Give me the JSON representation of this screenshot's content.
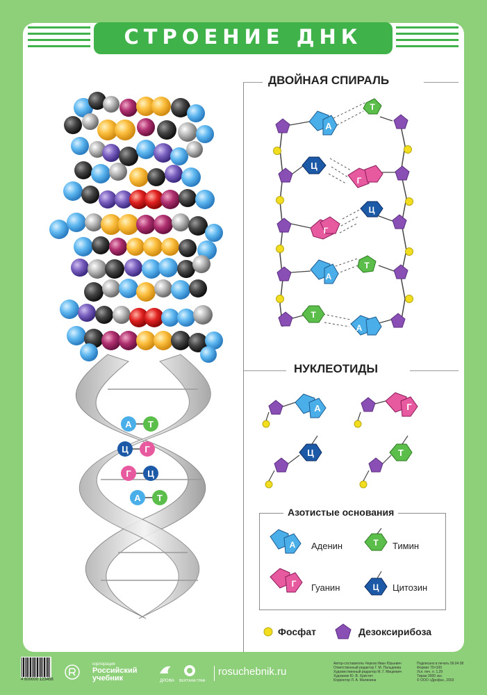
{
  "title": "СТРОЕНИЕ ДНК",
  "sections": {
    "double_helix": "ДВОЙНАЯ СПИРАЛЬ",
    "nucleotides": "НУКЛЕОТИДЫ",
    "bases_legend": "Азотистые основания"
  },
  "base_letters": {
    "adenine": "А",
    "thymine": "Т",
    "guanine": "Г",
    "cytosine": "Ц"
  },
  "legend": {
    "adenine": "Аденин",
    "thymine": "Тимин",
    "guanine": "Гуанин",
    "cytosine": "Цитозин",
    "phosphate": "Фосфат",
    "deoxyribose": "Дезоксирибоза"
  },
  "colors": {
    "frame": "#8ecf7a",
    "title_bar": "#3fb24a",
    "adenine": "#4aaee8",
    "thymine": "#5cbe4a",
    "guanine": "#e85aa0",
    "cytosine": "#1c5aa8",
    "phosphate": "#f2de1e",
    "deoxyribose": "#8a4fb4"
  },
  "footer": {
    "barcode_number": "4 600000 123456",
    "publisher_line1": "корпорация",
    "publisher_name": "Российский учебник",
    "brand1": "ДРОФА",
    "brand2": "ВЕНТАНА ГРАФ",
    "website": "rosuchebnik.ru",
    "credits": [
      "Автор-составитель Черков Иван Юрьевич",
      "Ответственный редактор Г. М. Пальдяева",
      "Художественный редактор М. Г. Мицкевич",
      "Художник Ю. В. Христич",
      "Корректор Л. А. Малинина"
    ],
    "imprint": [
      "Подписано в печать 09.04.08",
      "Формат 70×100",
      "Усл. печ. л. 1,29",
      "Тираж 3000 экз.",
      "© ООО «Дрофа», 2003"
    ]
  }
}
